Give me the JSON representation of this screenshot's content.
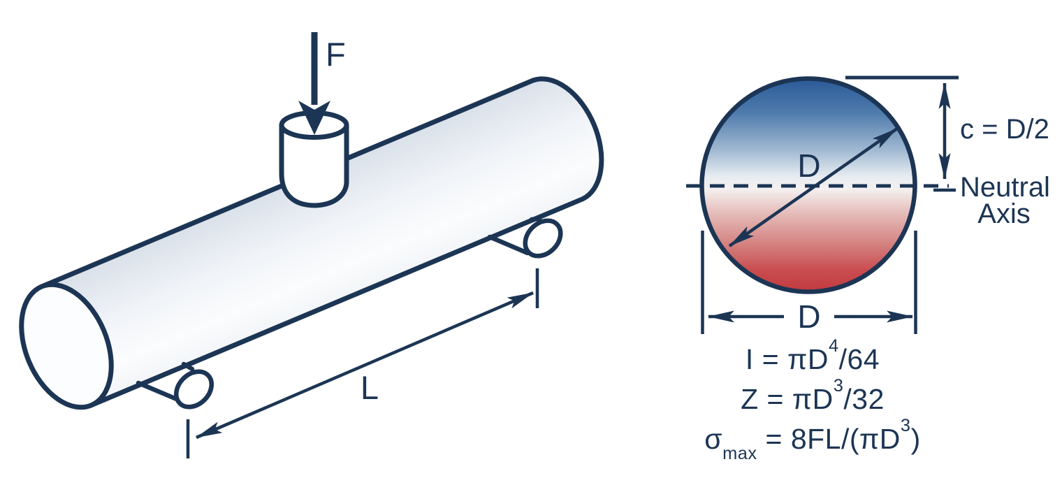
{
  "palette": {
    "line_navy": "#1c3554",
    "compression_blue": "#2a5a98",
    "tension_red": "#c23a3f",
    "rod_fill_gray": "#dde3eb"
  },
  "beam_diagram": {
    "force_label": "F",
    "length_label": "L"
  },
  "cross_section": {
    "diameter_diagonal_label": "D",
    "diameter_width_label": "D",
    "c_label": "c = D/2",
    "neutral_axis_line1": "Neutral",
    "neutral_axis_line2": "Axis"
  },
  "formulas": {
    "moment_of_inertia": {
      "pre": "I = πD",
      "sup": "4",
      "post": "/64"
    },
    "section_modulus": {
      "pre": "Z = πD",
      "sup": "3",
      "post": "/32"
    },
    "max_stress": {
      "sigma": "σ",
      "sub": "max",
      "mid": " = 8FL/(πD",
      "sup": "3",
      "post": ")"
    }
  }
}
